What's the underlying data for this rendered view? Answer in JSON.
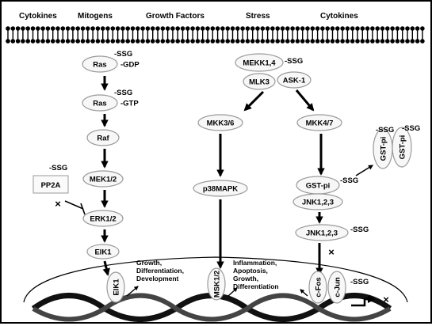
{
  "header": [
    "Cytokines",
    "Mitogens",
    "Growth Factors",
    "Stress",
    "Cytokines"
  ],
  "ssg": "-SSG",
  "left_pathway": {
    "ras_gdp": {
      "name": "Ras",
      "state": "-GDP"
    },
    "ras_gtp": {
      "name": "Ras",
      "state": "-GTP"
    },
    "raf": "Raf",
    "mek": "MEK1/2",
    "erk": "ERK1/2",
    "elk": "EIK1",
    "pp2a": "PP2A",
    "nuclear_elk": "EIK1",
    "outcome": [
      "Growth,",
      "Differentiation,",
      "Development"
    ]
  },
  "middle_pathway": {
    "mekk": "MEKK1,4",
    "mlk3": "MLK3",
    "ask1": "ASK-1",
    "mkk36": "MKK3/6",
    "p38": "p38MAPK",
    "msk": "MSK1/2",
    "outcome": [
      "Inflammation,",
      "Apoptosis,",
      "Growth,",
      "Differentiation"
    ]
  },
  "right_pathway": {
    "mkk47": "MKK4/7",
    "gst_pi": "GST-pi",
    "gst_dimer": [
      "GST-pi",
      "GST-pi"
    ],
    "jnk_a": "JNK1,2,3",
    "jnk_b": "JNK1,2,3",
    "cfos": "c-Fos",
    "cjun": "c-Jun"
  },
  "colors": {
    "line": "#000000",
    "node_fill": "#f7f7f7",
    "node_stroke": "#9a9a9a"
  }
}
